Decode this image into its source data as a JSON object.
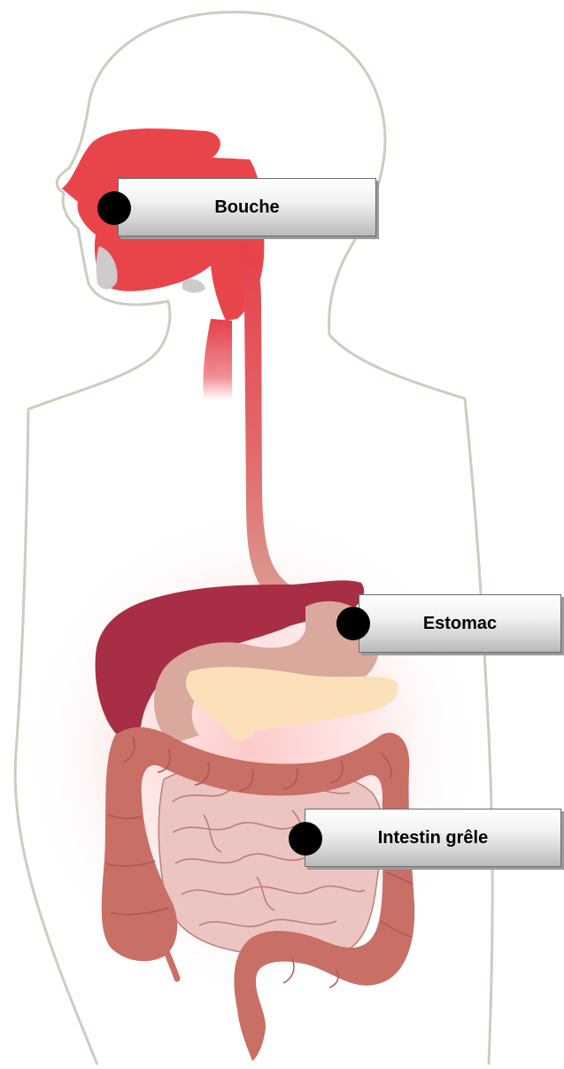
{
  "labels": {
    "mouth": "Bouche",
    "stomach": "Estomac",
    "small_intestine": "Intestin grêle"
  },
  "colors": {
    "body_outline": "#cfcbbf",
    "oral_cavity": "#e8454a",
    "esophagus": "#e24d50",
    "liver": "#a82e45",
    "stomach": "#d8a99c",
    "pancreas": "#fbe1b9",
    "large_intestine": "#c86f66",
    "small_intestine": "#ecc5c2",
    "glow": "#ffb3b3",
    "teeth": "#cdcbcb",
    "label_dot": "#000000"
  }
}
